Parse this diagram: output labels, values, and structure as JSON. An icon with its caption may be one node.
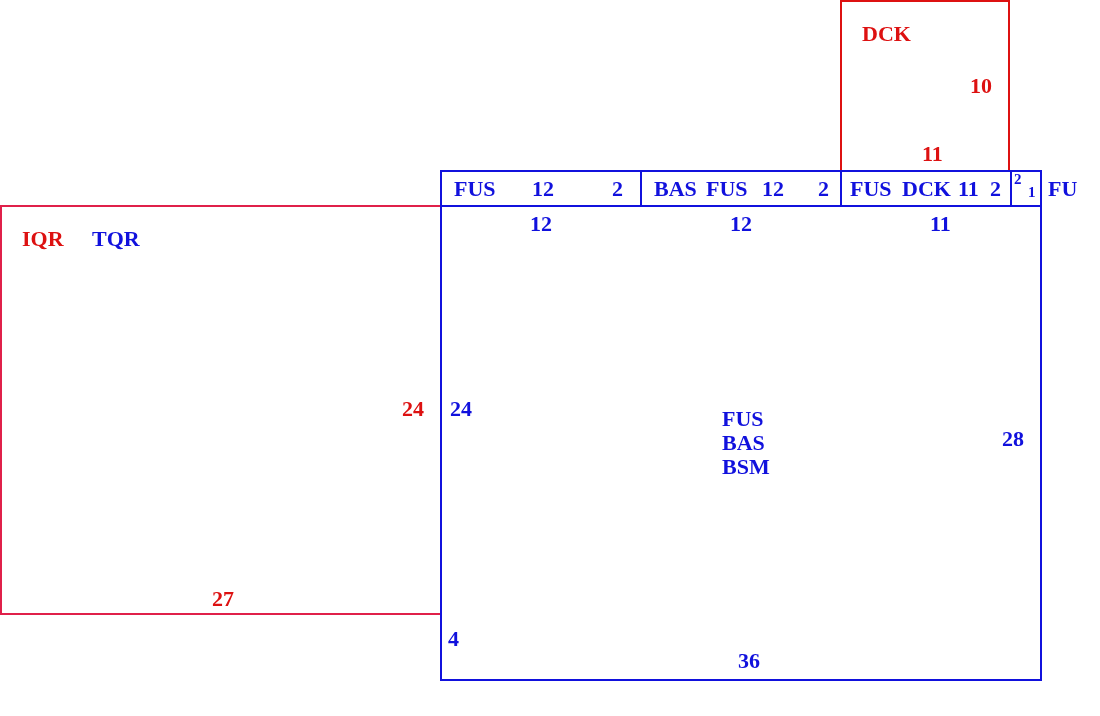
{
  "diagram": {
    "nodes": [
      {
        "text": [
          "DCK",
          "10",
          "11"
        ]
      },
      {
        "text": [
          "IQR",
          "TQR",
          "24",
          "27"
        ]
      },
      {
        "text": [
          "FUS",
          "12",
          "2"
        ]
      },
      {
        "text": [
          "BAS",
          "FUS",
          "12",
          "2"
        ]
      },
      {
        "text": [
          "FUS",
          "DCK",
          "11",
          "2"
        ]
      },
      {
        "text": [
          "2",
          "1",
          "FU"
        ]
      },
      {
        "text": [
          "FUS BAS BSM",
          "24",
          "28",
          "36",
          "4"
        ]
      }
    ],
    "labels": [
      "12",
      "12",
      "11"
    ]
  }
}
